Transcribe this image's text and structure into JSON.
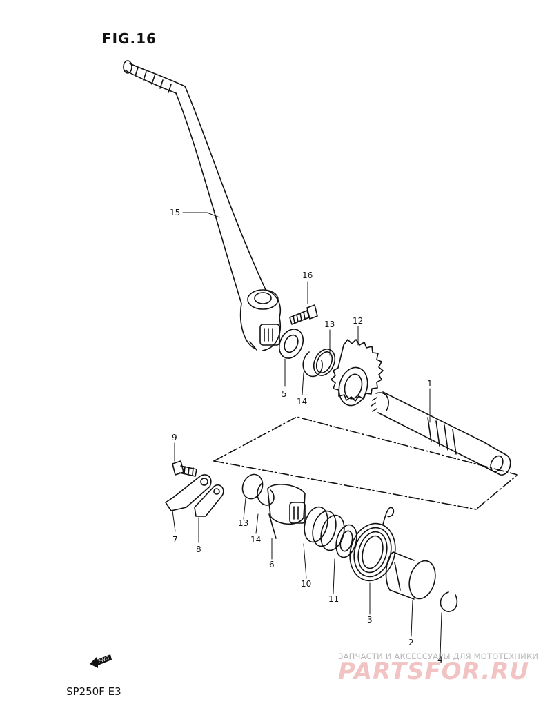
{
  "figure": {
    "title": "FIG.16"
  },
  "model": "SP250F  E3",
  "fwd_label": "FWD",
  "watermark": {
    "line1": "ЗАПЧАСТИ И АКСЕССУАРЫ ДЛЯ МОТОТЕХНИКИ",
    "line2": "PARTSFOR.RU"
  },
  "callouts": {
    "c15": "15",
    "c16": "16",
    "c13a": "13",
    "c12": "12",
    "c5": "5",
    "c14a": "14",
    "c1": "1",
    "c9": "9",
    "c7": "7",
    "c8": "8",
    "c13b": "13",
    "c14b": "14",
    "c6": "6",
    "c10": "10",
    "c11": "11",
    "c3": "3",
    "c2": "2",
    "c4": "4"
  },
  "colors": {
    "line": "#111111",
    "watermark_red": "#f1c3c3",
    "watermark_gray": "#b8b8b8"
  }
}
